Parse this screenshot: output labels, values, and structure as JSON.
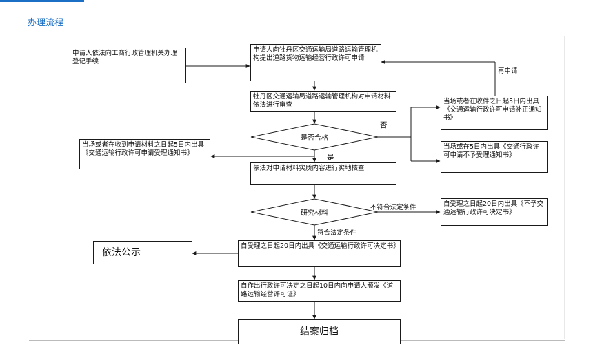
{
  "header": {
    "title": "办理流程"
  },
  "flow": {
    "register": "申请人依法向工商行政管理机关办理登记手续",
    "apply": "申请人向牡丹区交通运输局道路运输管理机构提出道路货物运输经营行政许可申请",
    "review": "牡丹区交通运输局道路运输管理机构对申请材料依法进行审查",
    "qualified_q": "是否合格",
    "accept_notice": "当场或者在收到申请材料之日起5日内出具《交通运输行政许可申请受理通知书》",
    "correction_notice": "当场或者在收件之日起5日内出具《交通运输行政许可申请补正通知书》",
    "reject_notice": "当场或在5日内出具《交通行政许可申请不予受理通知书》",
    "verify": "依法对申请材料实质内容进行实地核查",
    "study_q": "研究材料",
    "deny_decision": "自受理之日起20日内出具《不予交通运输行政许可决定书》",
    "grant_decision": "自受理之日起20日内出具《交通运输行政许可决定书》",
    "publicize": "依法公示",
    "issue_license": "自作出行政许可决定之日起10日内向申请人颁发《道路运输经营许可证》",
    "archive": "结案归档",
    "label_reapply": "再申请",
    "label_no": "否",
    "label_yes": "是",
    "label_not_meet": "不符合法定条件",
    "label_meet": "符合法定条件"
  }
}
